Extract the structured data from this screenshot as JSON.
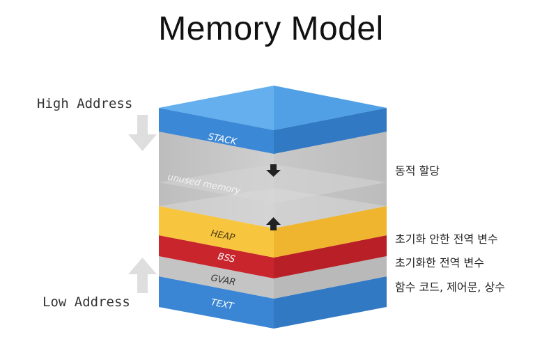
{
  "title": "Memory Model",
  "address": {
    "high": "High Address",
    "low": "Low Address"
  },
  "layers": {
    "stack": "STACK",
    "unused": "unused memory",
    "heap": "HEAP",
    "bss": "BSS",
    "gvar": "GVAR",
    "text": "TEXT"
  },
  "descriptions": {
    "dynamic": "동적 할당",
    "uninit": "초기화 안한 전역 변수",
    "init": "초기화한 전역 변수",
    "text": "함수 코드, 제어문, 상수"
  },
  "colors": {
    "stack": "#3f8fdc",
    "heap": "#f7c23c",
    "bss": "#c4242b",
    "gray": "#c2c2c2",
    "text": "#3f8fdc"
  }
}
